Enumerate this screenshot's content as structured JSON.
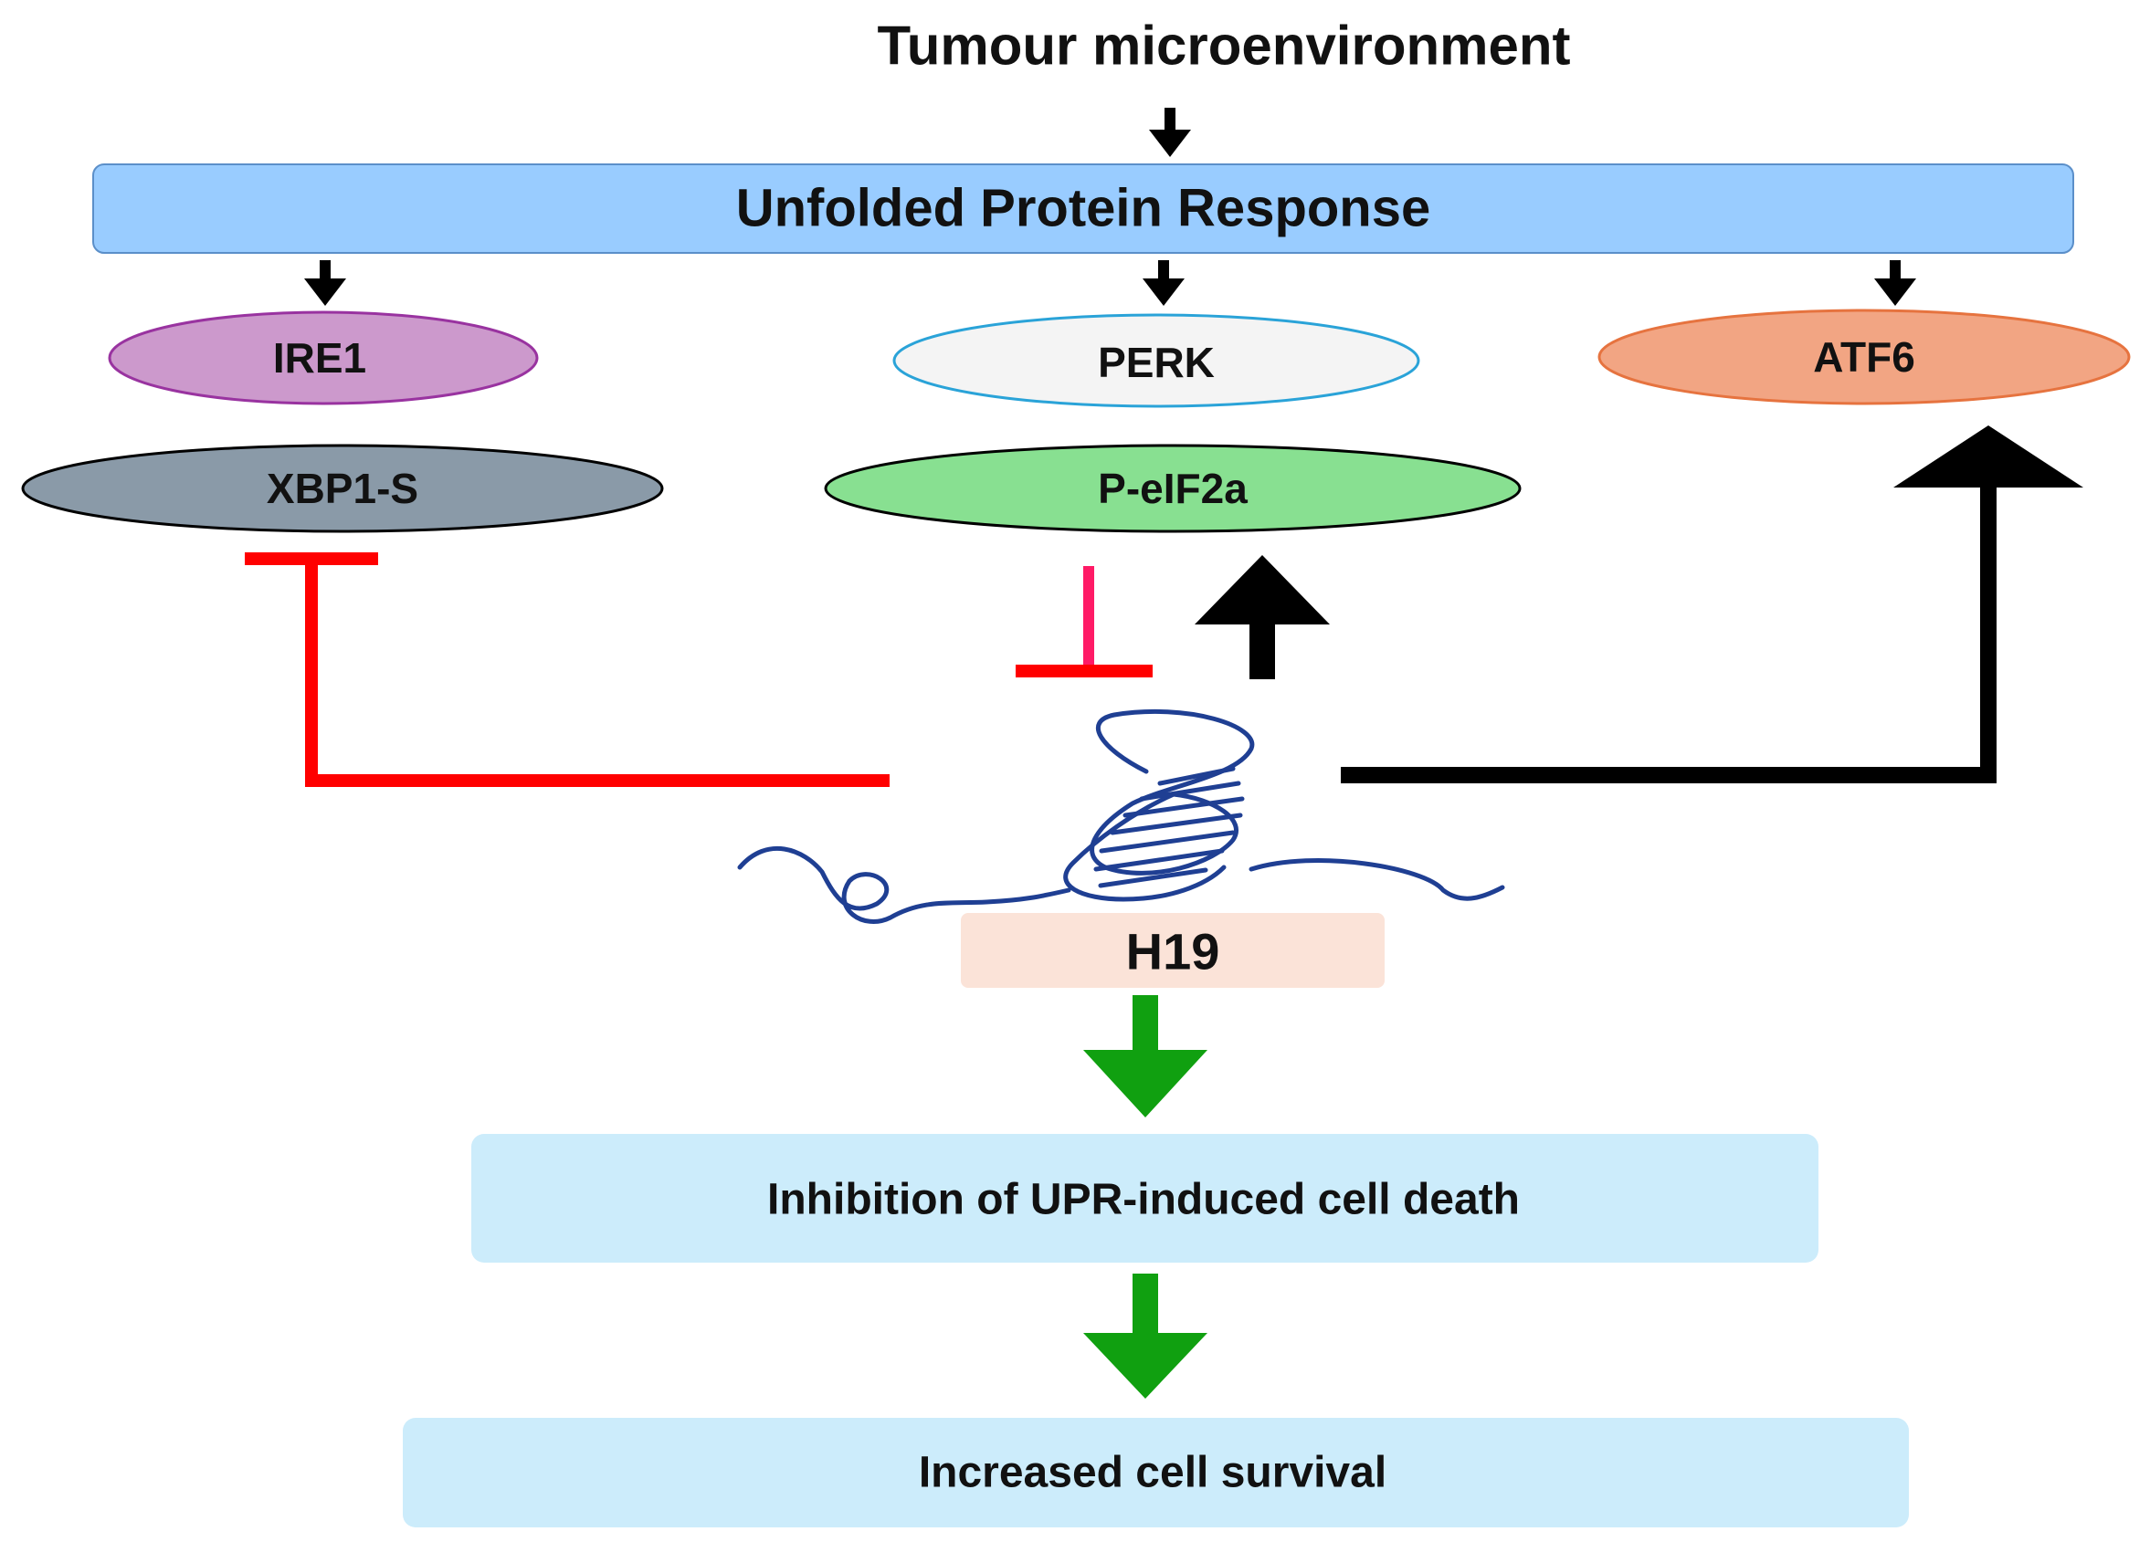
{
  "title": "Tumour microenvironment",
  "upr_label": "Unfolded Protein Response",
  "sensors": [
    {
      "label": "IRE1",
      "fill": "#cc99cc",
      "stroke": "#9933a0"
    },
    {
      "label": "PERK",
      "fill": "#f4f4f4",
      "stroke": "#2aa3d8"
    },
    {
      "label": "ATF6",
      "fill": "#f2a583",
      "stroke": "#e6733f"
    }
  ],
  "effectors": [
    {
      "label": "XBP1-S",
      "fill": "#8a9aa8"
    },
    {
      "label": "P-eIF2a",
      "fill": "#88e091"
    }
  ],
  "lncrna_label": "H19",
  "outcomes": [
    {
      "label": "Inhibition of UPR-induced cell death"
    },
    {
      "label": "Increased cell survival"
    }
  ],
  "colors": {
    "title": "#ff0000",
    "upr_text": "#0a0ad0",
    "upr_box": "#99ccff",
    "inhibit": "#ff0000",
    "inhibit_stem": "#ff1a66",
    "activate": "#000000",
    "outcome_arrow": "#10a010",
    "outcome_box": "#ccecfb",
    "h19_box": "#fbe3d8",
    "rna": "#1f3f93"
  },
  "icons": [
    "down-arrow-icon",
    "inhibition-bar-icon",
    "up-arrow-icon",
    "rna-helix-icon"
  ]
}
